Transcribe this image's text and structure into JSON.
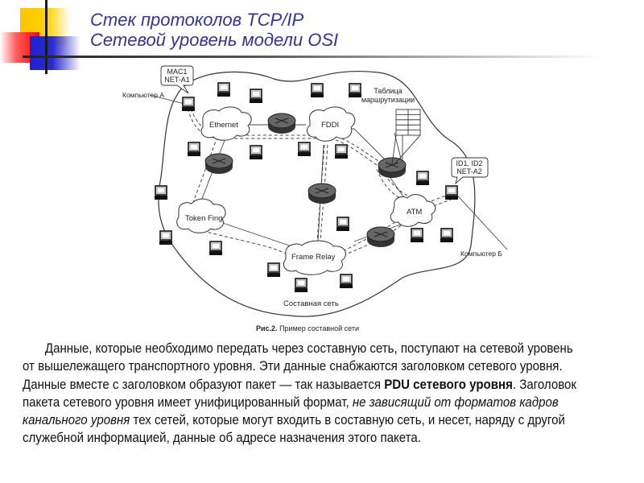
{
  "slide": {
    "title_line1": "Стек протоколов TCP/IP",
    "title_line2": "Сетевой уровень модели OSI",
    "colors": {
      "title": "#33339a",
      "yellow": "#ffc400",
      "red": "#ff0000",
      "blue": "#2020d0"
    }
  },
  "figure": {
    "caption_prefix": "Рис.2.",
    "caption_text": " Пример составной сети",
    "network_label": "Составная сеть",
    "computer_a": "Компьютер А",
    "computer_b": "Компьютер Б",
    "callout_a": {
      "line1": "MAC1",
      "line2": "NET-A1"
    },
    "callout_b": {
      "line1": "ID1, ID2",
      "line2": "NET-A2"
    },
    "routing_table": {
      "line1": "Таблица",
      "line2": "маршрутизации"
    },
    "subnets": {
      "ethernet": "Ethernet",
      "fddi": "FDDI",
      "token_ring": "Token Fing",
      "atm": "ATM",
      "frame_relay": "Frame Relay"
    }
  },
  "text": {
    "p1": "Данные, которые необходимо передать через составную сеть, поступают на сетевой уровень от вышележащего транспортного уровня. Эти данные снабжаются заголовком сетевого уровня. Данные вместе с заголовком образуют пакет — так называется ",
    "pdu_bold": "PDU сетевого уровня",
    "p2": ". Заголовок пакета сетевого уровня имеет унифицированный формат, ",
    "italic": "не зависящий от форматов кадров канального уровня",
    "p3": " тех сетей, которые могут входить в составную сеть, и несет, наряду с другой служебной информацией, данные об адресе назначения этого пакета."
  }
}
